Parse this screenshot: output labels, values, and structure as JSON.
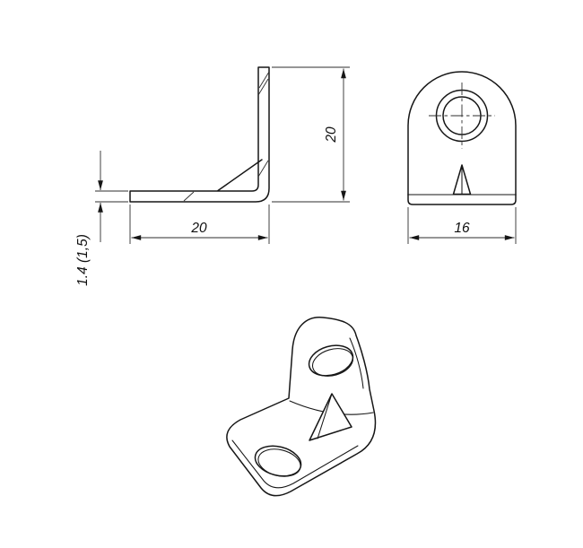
{
  "drawing": {
    "line_color": "#161616",
    "background_color": "#ffffff",
    "labels": {
      "side_height": "20",
      "side_width": "20",
      "thickness": "1.4 (1,5)",
      "front_width": "16"
    }
  }
}
